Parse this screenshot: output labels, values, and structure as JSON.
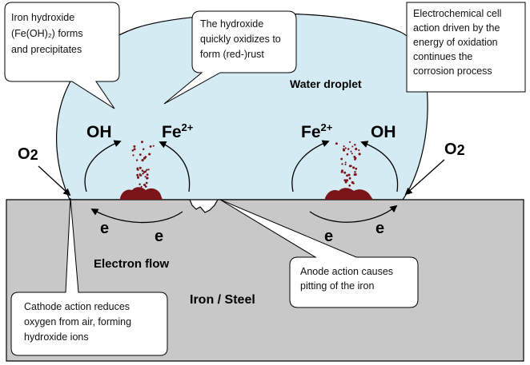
{
  "labels": {
    "oh_left": "OH",
    "fe_left": "Fe",
    "fe_left_charge": "2+",
    "fe_right": "Fe",
    "fe_right_charge": "2+",
    "oh_right": "OH",
    "o2_left": "O",
    "o2_left_sub": "2",
    "o2_right": "O",
    "o2_right_sub": "2",
    "e_1": "e",
    "e_2": "e",
    "e_3": "e",
    "e_4": "e",
    "water_droplet": "Water droplet",
    "electron_flow": "Electron flow",
    "iron_steel": "Iron / Steel"
  },
  "callouts": {
    "iron_hydroxide": [
      "Iron hydroxide",
      "(Fe(OH)₂) forms",
      "and precipitates"
    ],
    "hydroxide_oxidizes": [
      "The hydroxide",
      "quickly oxidizes to",
      "form (red-)rust"
    ],
    "electrochemical": [
      "Electrochemical cell",
      "action driven by the",
      "energy of oxidation",
      "continues the",
      "corrosion process"
    ],
    "cathode": [
      "Cathode action reduces",
      "oxygen from air, forming",
      "hydroxide ions"
    ],
    "anode": [
      "Anode action causes",
      "pitting of the iron"
    ]
  },
  "colors": {
    "droplet": "#d4ebf4",
    "metal": "#c8c8c8",
    "rust": "#7a1418",
    "outline": "#000000"
  }
}
